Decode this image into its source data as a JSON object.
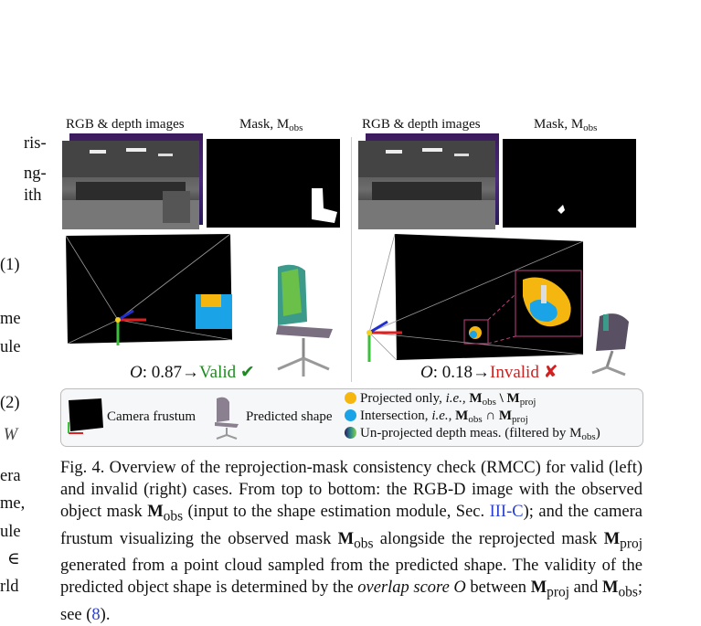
{
  "left_column_text": [
    "ris-",
    "ng-",
    "ith",
    "(1)",
    "me",
    "ule",
    "(2)",
    " W",
    "era",
    "me,",
    "ule",
    "∈",
    "rld"
  ],
  "figure": {
    "left": {
      "rgb_header": "RGB & depth images",
      "mask_header": "Mask, M",
      "mask_sub": "obs",
      "score_label": "O",
      "score_value": ": 0.87→",
      "status": "Valid",
      "status_mark": "✔"
    },
    "right": {
      "rgb_header": "RGB & depth images",
      "mask_header": "Mask, M",
      "mask_sub": "obs",
      "score_label": "O",
      "score_value": ": 0.18→",
      "status": "Invalid",
      "status_mark": "✘"
    },
    "legend": {
      "frustum": "Camera frustum",
      "shape": "Predicted shape",
      "projected_prefix": "Projected only, ",
      "projected_ie": "i.e.,",
      "projected_math": " M",
      "projected_sub1": "obs",
      "projected_op": " \\ M",
      "projected_sub2": "proj",
      "intersection_prefix": "Intersection, ",
      "intersection_ie": "i.e.,",
      "intersection_math": " M",
      "intersection_sub1": "obs",
      "intersection_op": " ∩ M",
      "intersection_sub2": "proj",
      "unprojected": "Un-projected depth meas. (filtered by M",
      "unprojected_sub": "obs",
      "unprojected_end": ")"
    },
    "colors": {
      "projected": "#f5b70f",
      "intersection": "#1aa3e6",
      "valid": "#1f8a1f",
      "invalid": "#d02020",
      "link": "#2a3fd0"
    }
  },
  "caption": {
    "p1": "Fig. 4. Overview of the reprojection-mask consistency check (RMCC) for valid (left) and invalid (right) cases. From top to bottom: the RGB-D image with the observed object mask ",
    "m_obs_1": "M",
    "sub_obs_1": "obs",
    "p2": " (input to the shape estimation module, Sec. ",
    "ref_section": "III-C",
    "p3": "); and the camera frustum visualizing the observed mask ",
    "m_obs_2": "M",
    "sub_obs_2": "obs",
    "p4": " alongside the reprojected mask ",
    "m_proj_1": "M",
    "sub_proj_1": "proj",
    "p5": " generated from a point cloud sampled from the predicted shape. The validity of the predicted object shape is determined by the ",
    "overlap": "overlap score O",
    "p6": " between ",
    "m_proj_2": "M",
    "sub_proj_2": "proj",
    "p7": " and ",
    "m_obs_3": "M",
    "sub_obs_3": "obs",
    "p8": "; see (",
    "ref_eq": "8",
    "p9": ")."
  }
}
